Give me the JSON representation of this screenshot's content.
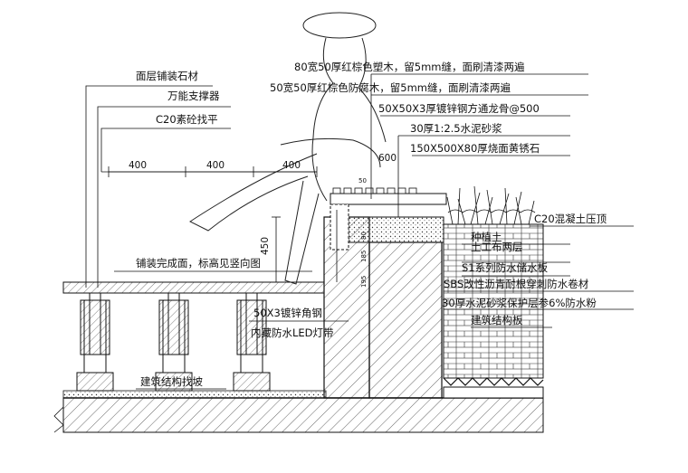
{
  "labels_left": {
    "paving_stone": "面层铺装石材",
    "universal_support": "万能支撑器",
    "c20_leveling": "C20素砼找平",
    "finished_surface": "铺装完成面，标高见竖向图",
    "galvanized_angle": "50X3镀锌角钢",
    "led_strip": "内藏防水LED灯带",
    "slope": "建筑结构找坡"
  },
  "labels_right": {
    "wood_red": "80宽50厚红棕色塑木，留5mm缝，面刷清漆两遍",
    "wood_anticorrosive": "50宽50厚红棕色防腐木，留5mm缝，面刷清漆两遍",
    "galv_square_tube": "50X50X3厚镀锌钢方通龙骨@500",
    "mortar": "30厚1:2.5水泥砂浆",
    "granite": "150X500X80厚烧面黄锈石",
    "c20_coping": "C20混凝土压顶",
    "planting_soil": "种植土",
    "geotextile": "土工布两层",
    "drain_board": "S1系列防水储水板",
    "sbs_membrane": "SBS改性沥青耐根穿刺防水卷材",
    "protective_mortar": "30厚水泥砂浆保护层参6%防水粉",
    "structure_slab": "建筑结构板"
  },
  "dimensions": {
    "spacing_1": "400",
    "spacing_2": "400",
    "spacing_3": "400",
    "seat_height": "450",
    "seat_depth": "600",
    "slat_width": "50",
    "small_dim_a": "195",
    "small_dim_b": "185",
    "small_dim_c": "80"
  }
}
